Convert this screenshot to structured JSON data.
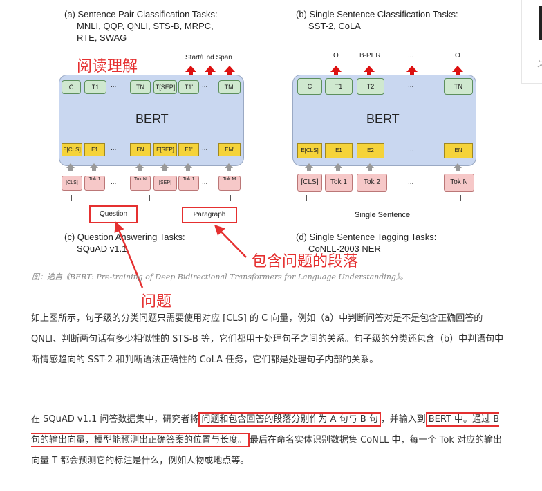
{
  "figure": {
    "title_a": "(a) Sentence Pair Classification Tasks:\n     MNLI, QQP, QNLI, STS-B, MRPC,\n     RTE, SWAG",
    "title_b": "(b) Single Sentence Classification Tasks:\n     SST-2, CoLA",
    "title_c": "(c) Question Answering Tasks:\n     SQuAD v1.1",
    "title_d": "(d) Single Sentence Tagging Tasks:\n     CoNLL-2003 NER",
    "bert_label": "BERT",
    "start_end_span": "Start/End Span",
    "left_top_tokens": [
      "C",
      "T1",
      "TN",
      "T[SEP]",
      "T1'",
      "TM'"
    ],
    "left_embed": [
      "E[CLS]",
      "E1",
      "EN",
      "E[SEP]",
      "E1'",
      "EM'"
    ],
    "left_tokens": [
      "[CLS]",
      "Tok 1",
      "Tok N",
      "[SEP]",
      "Tok 1",
      "Tok M"
    ],
    "right_out_labels": [
      "O",
      "B-PER",
      "...",
      "O"
    ],
    "right_top_tokens": [
      "C",
      "T1",
      "T2",
      "TN"
    ],
    "right_embed": [
      "E[CLS]",
      "E1",
      "E2",
      "EN"
    ],
    "right_tokens": [
      "[CLS]",
      "Tok 1",
      "Tok 2",
      "Tok N"
    ],
    "ellipsis": "...",
    "question_label": "Question",
    "paragraph_label": "Paragraph",
    "single_sentence_label": "Single Sentence"
  },
  "annotations": {
    "reading": "阅读理解",
    "paragraph_note": "包含问题的段落",
    "question_note": "问题"
  },
  "caption": "图：选自《BERT: Pre-training of Deep Bidirectional Transformers for Language Understanding》。",
  "paragraph1": "如上图所示，句子级的分类问题只需要使用对应 [CLS] 的 C 向量，例如（a）中判断问答对是不是包含正确回答的 QNLI、判断两句话有多少相似性的 STS-B 等，它们都用于处理句子之间的关系。句子级的分类还包含（b）中判语句中断情感趋向的 SST-2 和判断语法正确性的 CoLA 任务，它们都是处理句子内部的关系。",
  "paragraph2": {
    "part1": "在 SQuAD v1.1 问答数据集中，研究者将",
    "highlight1": "问题和包含回答的段落分别作为 A 句与 B 句",
    "part2": "，并输入到",
    "highlight2": "BERT 中。通过 B 句的输出向量，模型能预测出正确答案的位置与长度。",
    "part3": "最后在命名实体识别数据集 CoNLL 中，每一个 Tok 对应的输出向量 T 都会预测它的标注是什么，例如人物或地点等。"
  },
  "side_widget": {
    "text": "关"
  }
}
